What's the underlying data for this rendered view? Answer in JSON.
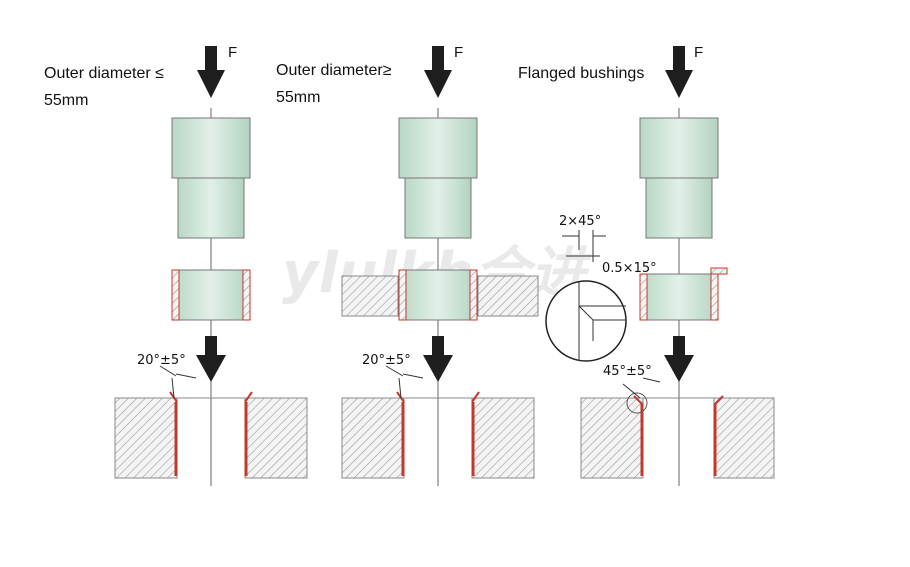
{
  "captions": {
    "col1_line1": "Outer diameter ≤",
    "col1_line2": "55mm",
    "col2_line1": "Outer diameter≥",
    "col2_line2": "55mm",
    "col3": "Flanged bushings"
  },
  "force_label": "F",
  "angles": {
    "col1": "20°±5°",
    "col2": "20°±5°",
    "col3": "45°±5°"
  },
  "detail": {
    "chamfer": "2×45°",
    "flange_chamfer": "0.5×15°"
  },
  "watermark": "ylulkh合进",
  "colors": {
    "punch": "#cfe6d9",
    "bushing_edge": "#c0392b",
    "hatch": "#9a9a9a",
    "arrow": "#1e1e1e"
  }
}
